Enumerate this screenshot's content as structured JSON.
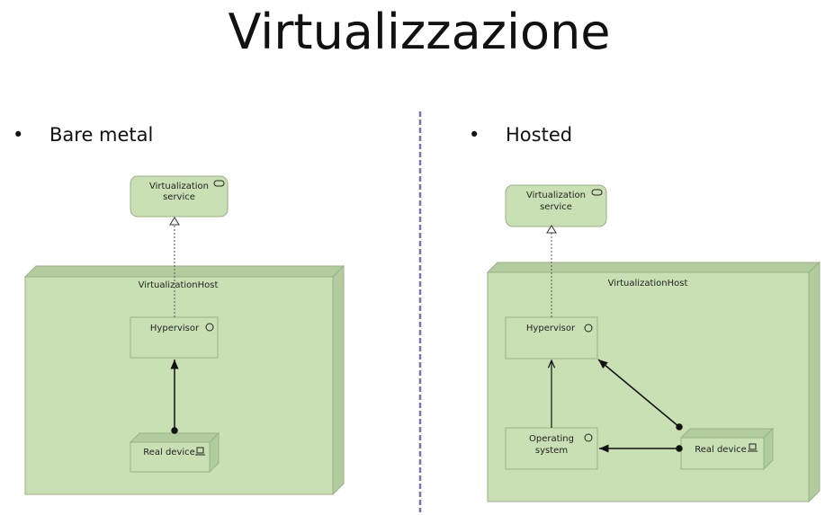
{
  "slide": {
    "title": "Virtualizzazione",
    "bullets": [
      {
        "symbol": "•",
        "label": "Bare metal"
      },
      {
        "symbol": "•",
        "label": "Hosted"
      }
    ]
  },
  "diagrams": {
    "bare_metal": {
      "service": [
        "Virtualization",
        "service"
      ],
      "host": "VirtualizationHost",
      "hypervisor": "Hypervisor",
      "device": "Real device"
    },
    "hosted": {
      "service": [
        "Virtualization",
        "service"
      ],
      "host": "VirtualizationHost",
      "hypervisor": "Hypervisor",
      "os": [
        "Operating",
        "system"
      ],
      "device": "Real device"
    }
  },
  "colors": {
    "fill": "#c9e0b5",
    "side": "#b3cc9d",
    "stroke": "#9ab286",
    "divider": "#7a74a8"
  }
}
